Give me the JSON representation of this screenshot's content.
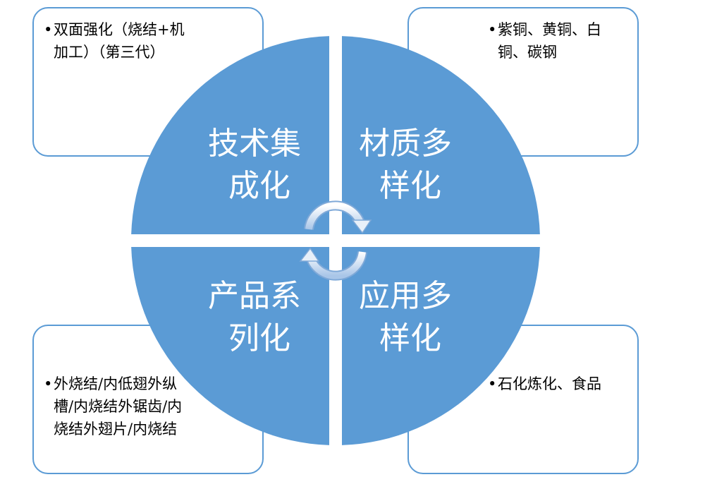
{
  "quadrants": {
    "tl": {
      "title": [
        "技术集",
        "成化"
      ],
      "detail": "双面强化（烧结+机加工）（第三代）"
    },
    "tr": {
      "title": [
        "材质多",
        "样化"
      ],
      "detail": "紫铜、黄铜、白铜、碳钢"
    },
    "bl": {
      "title": [
        "产品系",
        "列化"
      ],
      "detail": "外烧结/内低翅外纵槽/内烧结外锯齿/内烧结外翅片/内烧结"
    },
    "br": {
      "title": [
        "应用多",
        "样化"
      ],
      "detail": "石化炼化、食品"
    }
  },
  "colors": {
    "fill": "#5b9bd5",
    "border": "#5b9bd5",
    "arrow_light": "#ffffff",
    "arrow_dark": "#a9c6e8"
  },
  "icons": [
    "cycle-arrow-top-icon",
    "cycle-arrow-bottom-icon"
  ]
}
